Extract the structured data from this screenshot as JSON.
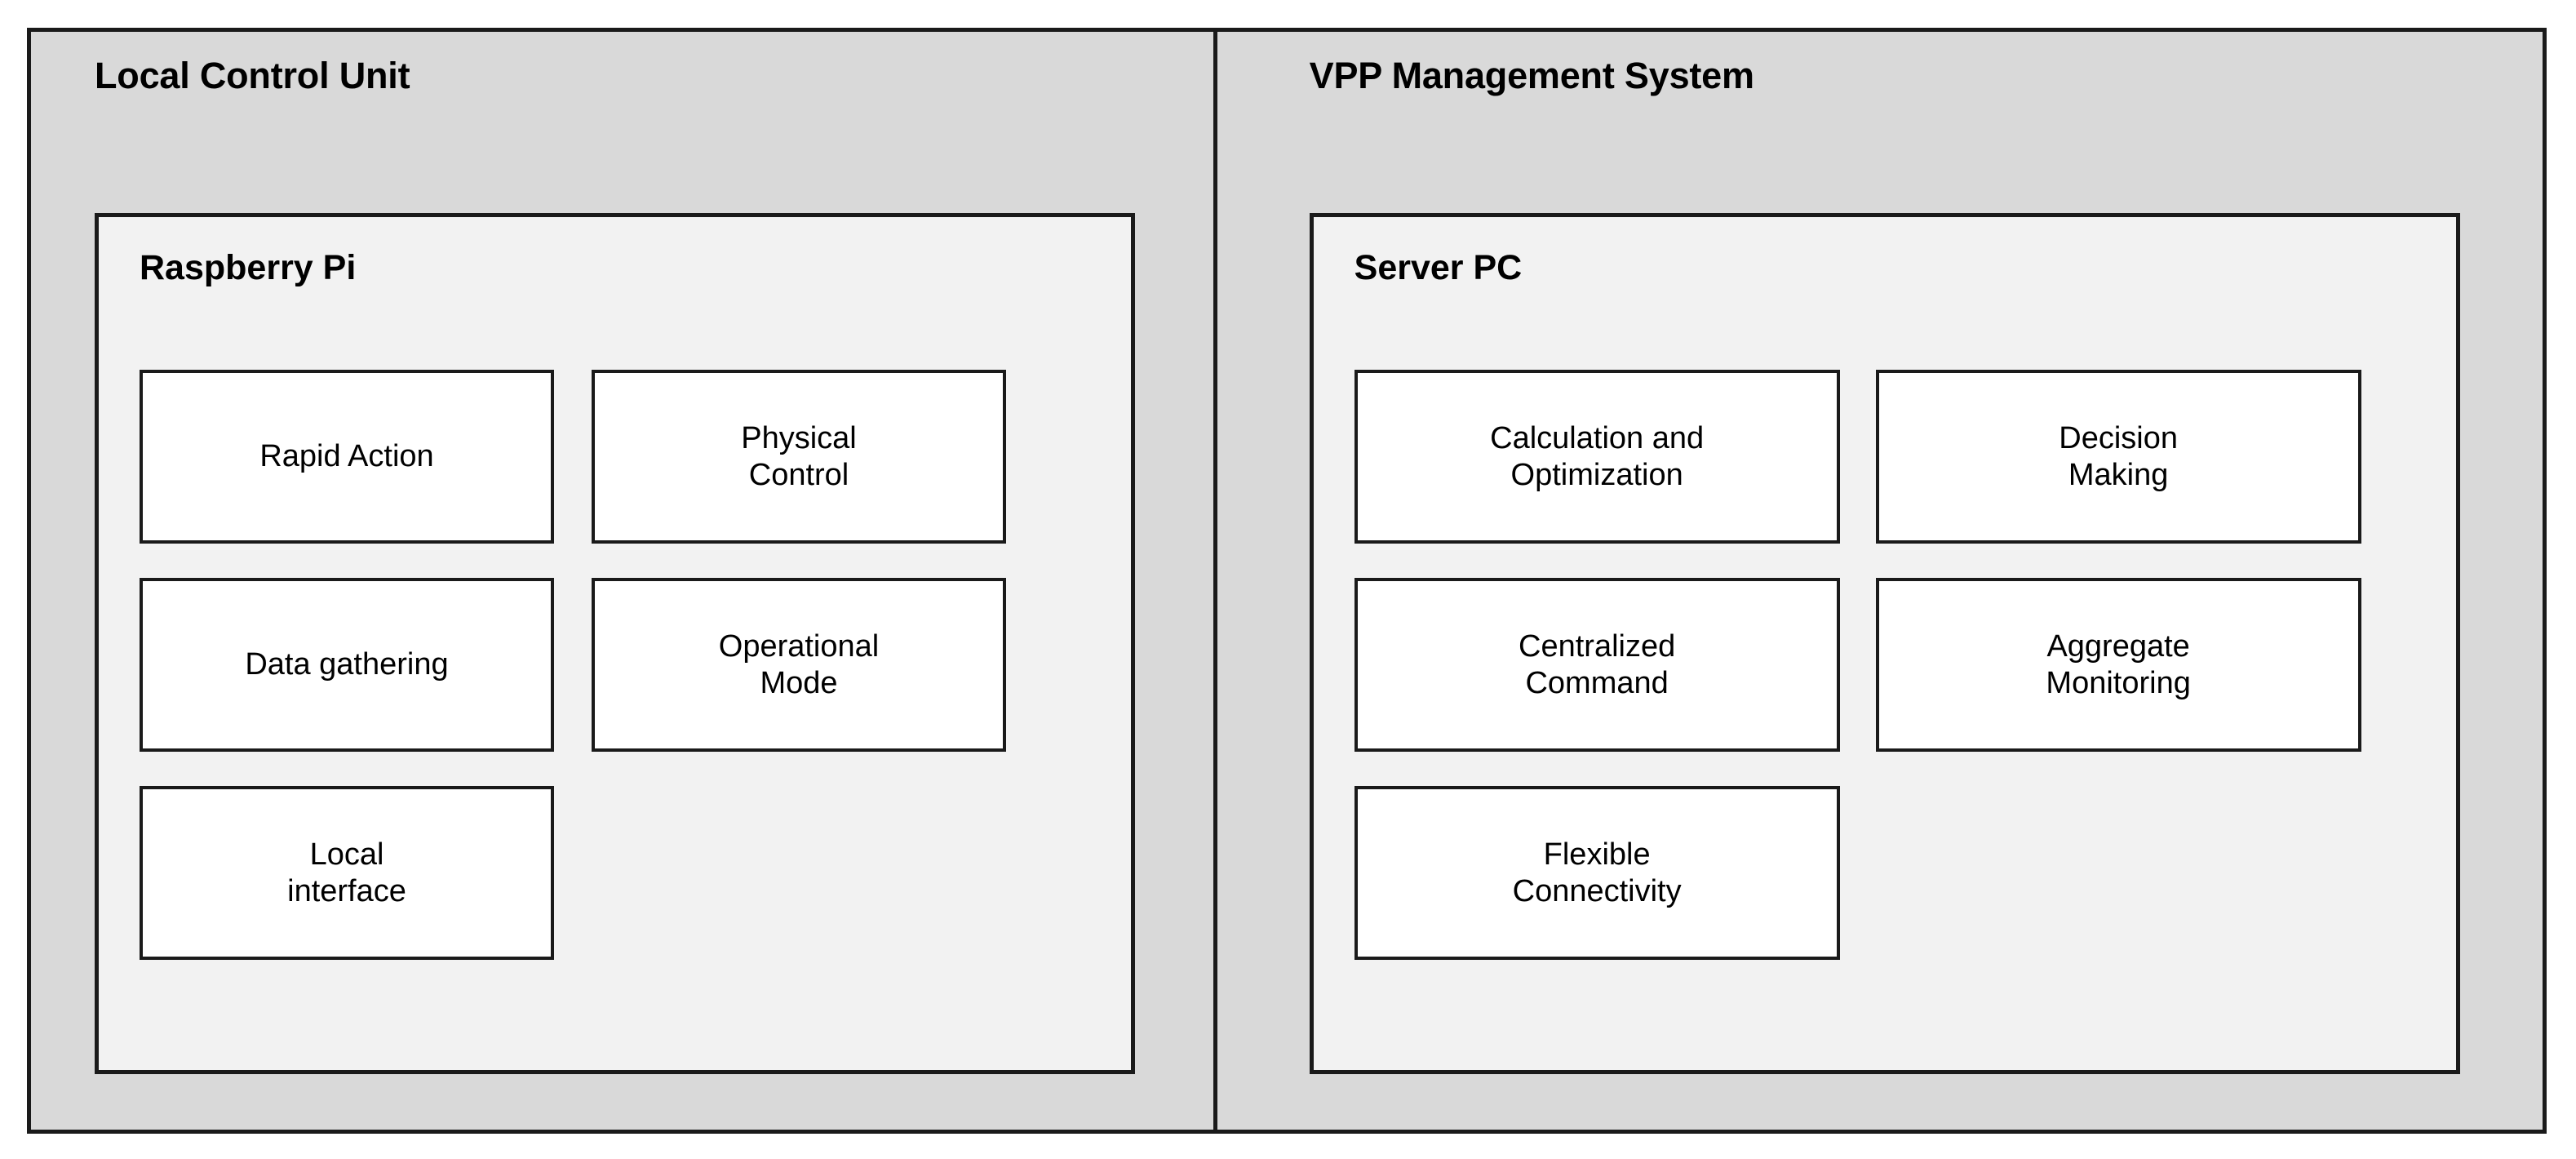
{
  "diagram": {
    "type": "block-architecture-diagram",
    "title_visible": false,
    "colors": {
      "panel_background": "#d9d9d9",
      "card_background": "#f2f2f2",
      "box_background": "#ffffff",
      "border": "#1a1a1a",
      "text": "#000000",
      "page_background": "#ffffff"
    },
    "panels": [
      {
        "id": "local-control-unit",
        "title": "Local Control Unit",
        "card": {
          "id": "raspberry-pi",
          "title": "Raspberry Pi",
          "boxes": [
            {
              "id": "rapid-action",
              "label": "Rapid Action"
            },
            {
              "id": "physical-control",
              "label": "Physical\nControl"
            },
            {
              "id": "data-gathering",
              "label": "Data gathering"
            },
            {
              "id": "operational-mode",
              "label": "Operational\nMode"
            },
            {
              "id": "local-interface",
              "label": "Local\ninterface"
            }
          ]
        }
      },
      {
        "id": "vpp-management-system",
        "title": "VPP Management System",
        "card": {
          "id": "server-pc",
          "title": "Server PC",
          "boxes": [
            {
              "id": "calculation-and-optimization",
              "label": "Calculation and\nOptimization"
            },
            {
              "id": "decision-making",
              "label": "Decision\nMaking"
            },
            {
              "id": "centralized-command",
              "label": "Centralized\nCommand"
            },
            {
              "id": "aggregate-monitoring",
              "label": "Aggregate\nMonitoring"
            },
            {
              "id": "flexible-connectivity",
              "label": "Flexible\nConnectivity"
            }
          ]
        }
      }
    ]
  }
}
